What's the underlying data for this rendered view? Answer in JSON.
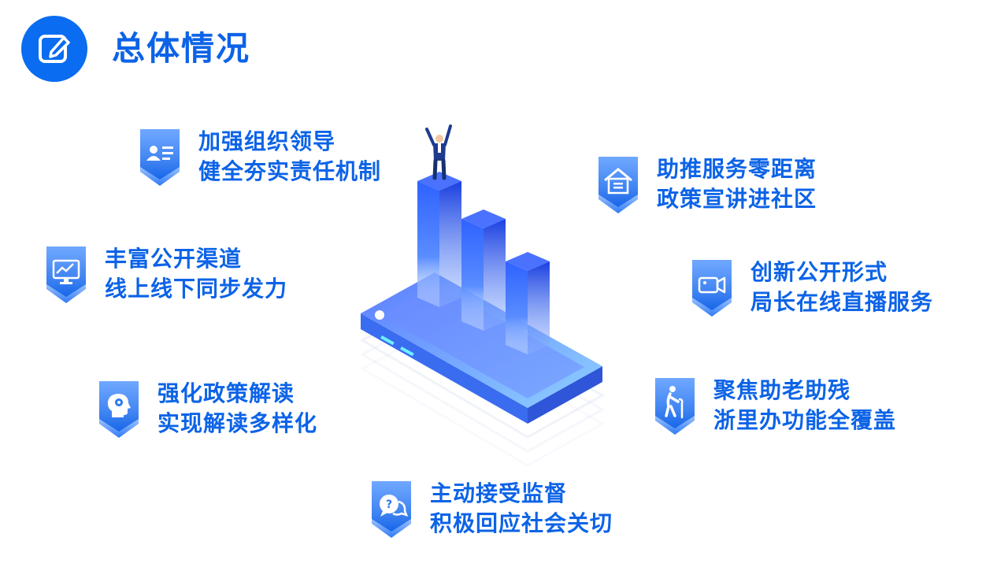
{
  "header": {
    "title": "总体情况",
    "icon": "edit-icon"
  },
  "colors": {
    "primary": "#0c63e7",
    "badge": "#0a6cf0",
    "shield_light": "#cfe2ff"
  },
  "items": [
    {
      "icon": "id-card-icon",
      "line1": "加强组织领导",
      "line2": "健全夯实责任机制"
    },
    {
      "icon": "monitor-chart-icon",
      "line1": "丰富公开渠道",
      "line2": "线上线下同步发力"
    },
    {
      "icon": "head-gear-icon",
      "line1": "强化政策解读",
      "line2": "实现解读多样化"
    },
    {
      "icon": "question-chat-icon",
      "line1": "主动接受监督",
      "line2": "积极回应社会关切"
    },
    {
      "icon": "home-document-icon",
      "line1": "助推服务零距离",
      "line2": "政策宣讲进社区"
    },
    {
      "icon": "video-camera-icon",
      "line1": "创新公开形式",
      "line2": "局长在线直播服务"
    },
    {
      "icon": "elderly-person-icon",
      "line1": "聚焦助老助残",
      "line2": "浙里办功能全覆盖"
    }
  ]
}
